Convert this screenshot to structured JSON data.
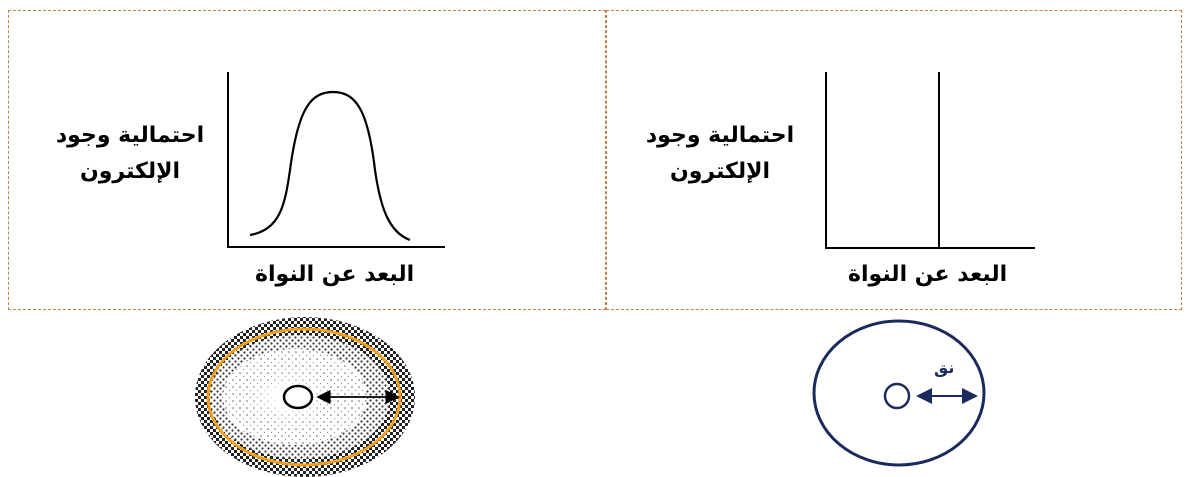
{
  "left_panel": {
    "y_label_line1": "احتمالية وجود",
    "y_label_line2": "الإلكترون",
    "x_label": "البعد عن النواة",
    "curve": "bell"
  },
  "right_panel": {
    "y_label_line1": "احتمالية وجود",
    "y_label_line2": "الإلكترون",
    "x_label": "البعد عن النواة",
    "curve": "vertical-line"
  },
  "orbit_diagram": {
    "radius_label": "نق",
    "circle_color": "#1b2a5c"
  },
  "cloud_diagram": {
    "ring_color": "#f0a020",
    "cloud_color": "#333333"
  }
}
